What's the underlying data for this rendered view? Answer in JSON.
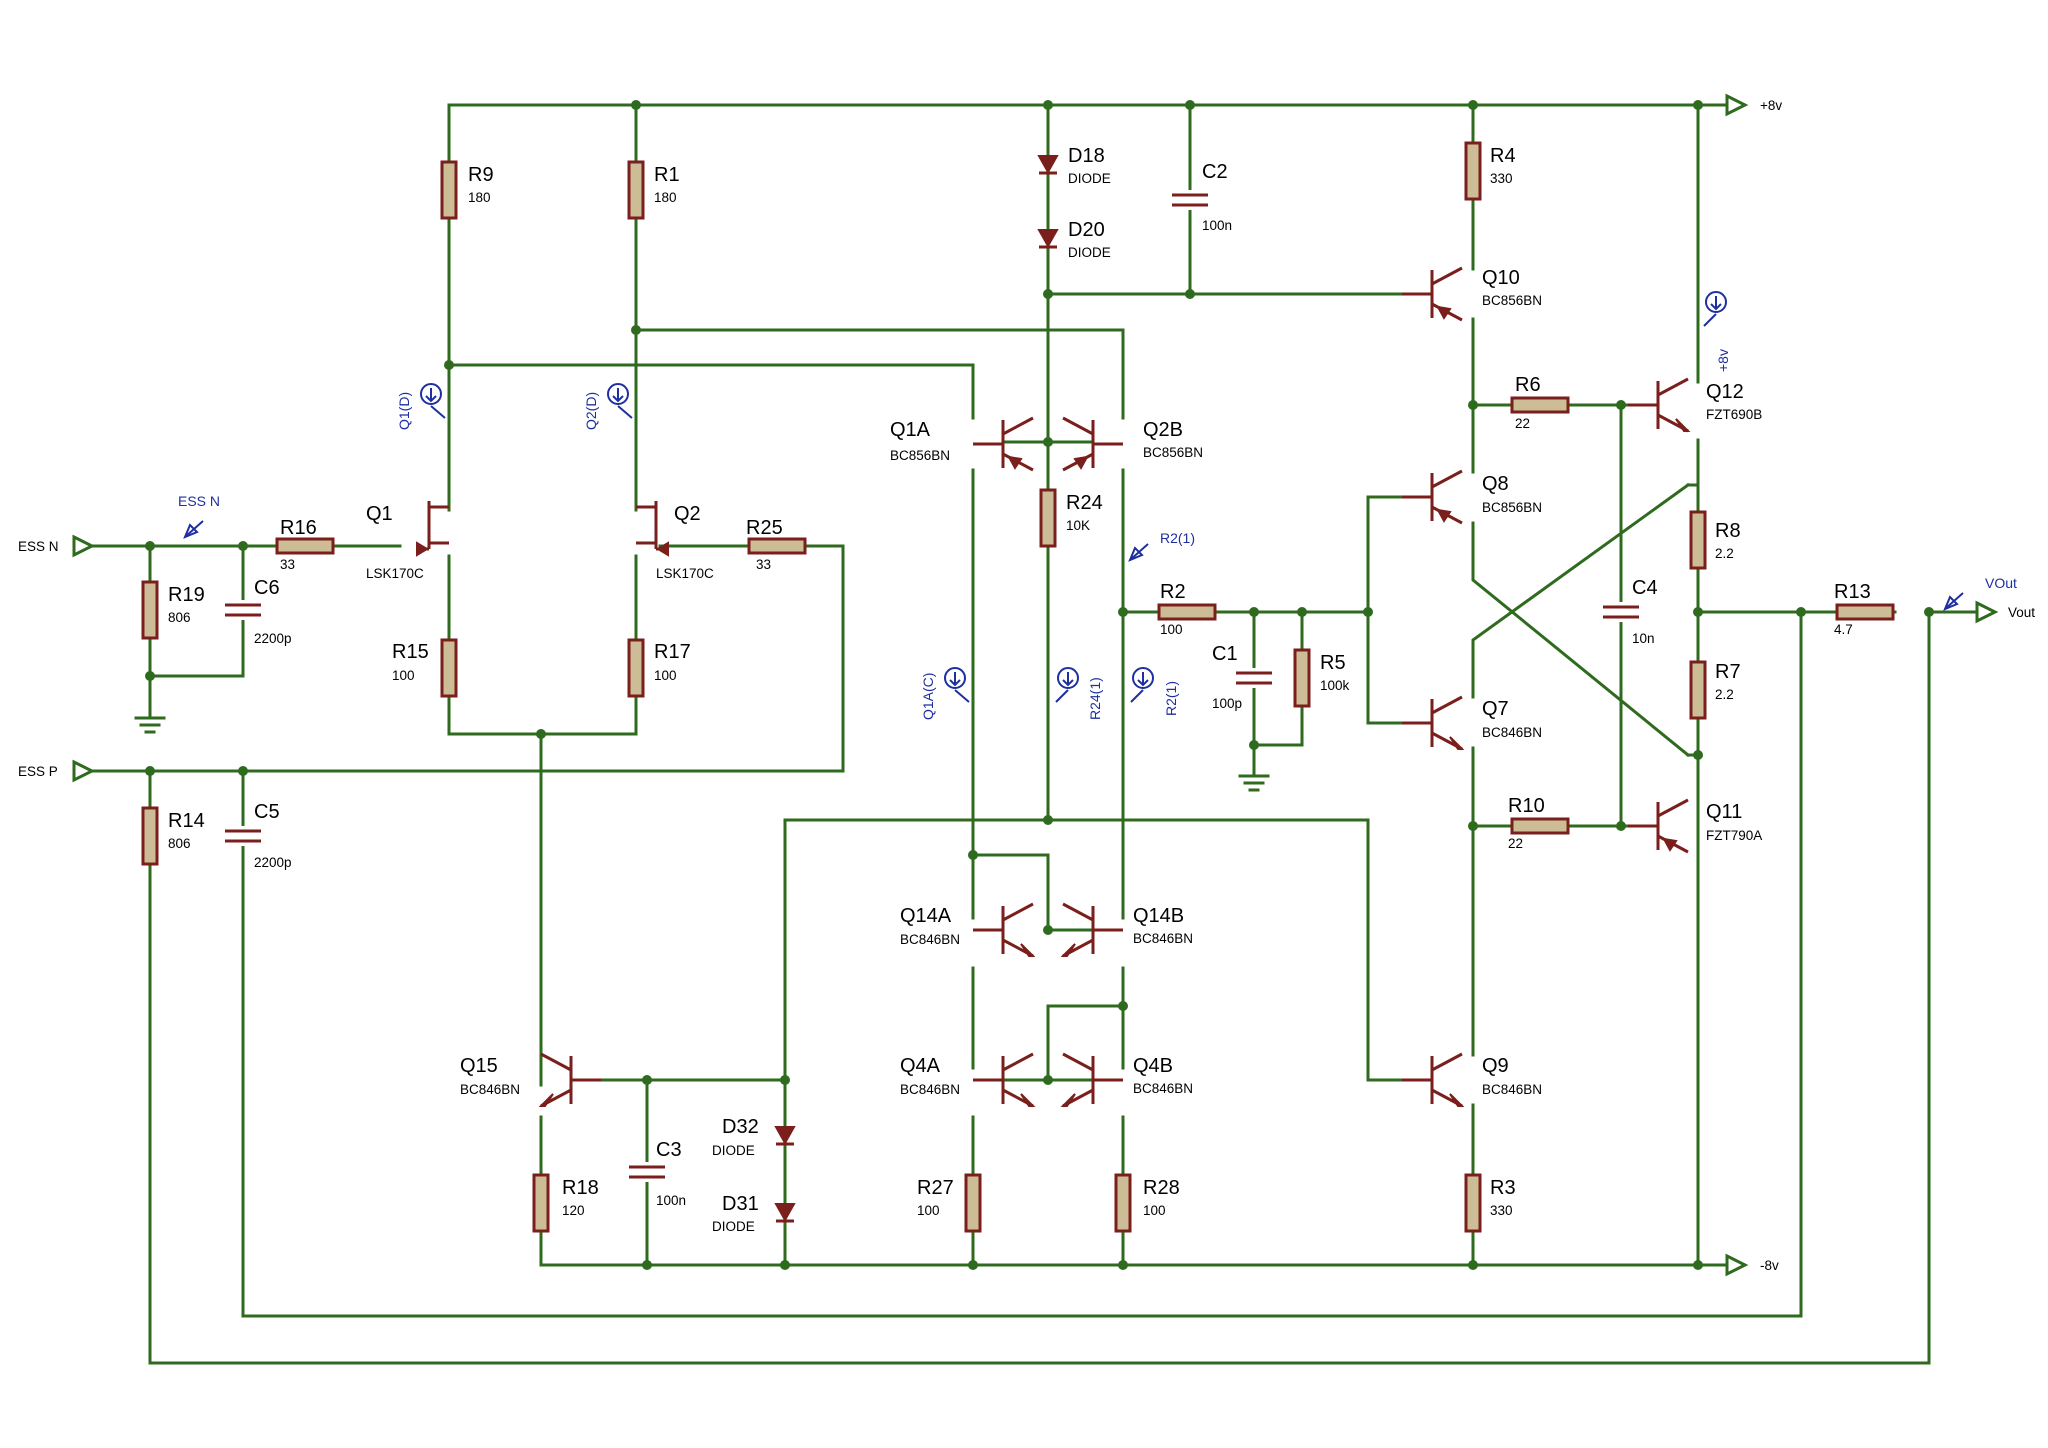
{
  "rails": {
    "positive": "+8v",
    "negative": "-8v"
  },
  "ports": {
    "ess_n": "ESS N",
    "ess_p": "ESS P",
    "vout": "Vout"
  },
  "probes": {
    "ess_n": "ESS N",
    "q1d": "Q1(D)",
    "q2d": "Q2(D)",
    "r2_top": "R2(1)",
    "q1ac": "Q1A(C)",
    "r24": "R24(1)",
    "r2_low": "R2(1)",
    "q12": "+8v",
    "vout": "VOut"
  },
  "resistors": [
    {
      "ref": "R9",
      "value": "180"
    },
    {
      "ref": "R1",
      "value": "180"
    },
    {
      "ref": "R4",
      "value": "330"
    },
    {
      "ref": "R16",
      "value": "33"
    },
    {
      "ref": "R19",
      "value": "806"
    },
    {
      "ref": "R25",
      "value": "33"
    },
    {
      "ref": "R15",
      "value": "100"
    },
    {
      "ref": "R17",
      "value": "100"
    },
    {
      "ref": "R24",
      "value": "10K"
    },
    {
      "ref": "R2",
      "value": "100"
    },
    {
      "ref": "R5",
      "value": "100k"
    },
    {
      "ref": "R6",
      "value": "22"
    },
    {
      "ref": "R8",
      "value": "2.2"
    },
    {
      "ref": "R7",
      "value": "2.2"
    },
    {
      "ref": "R13",
      "value": "4.7"
    },
    {
      "ref": "R10",
      "value": "22"
    },
    {
      "ref": "R14",
      "value": "806"
    },
    {
      "ref": "R18",
      "value": "120"
    },
    {
      "ref": "R27",
      "value": "100"
    },
    {
      "ref": "R28",
      "value": "100"
    },
    {
      "ref": "R3",
      "value": "330"
    }
  ],
  "capacitors": [
    {
      "ref": "C2",
      "value": "100n"
    },
    {
      "ref": "C6",
      "value": "2200p"
    },
    {
      "ref": "C1",
      "value": "100p"
    },
    {
      "ref": "C4",
      "value": "10n"
    },
    {
      "ref": "C5",
      "value": "2200p"
    },
    {
      "ref": "C3",
      "value": "100n"
    }
  ],
  "diodes": [
    {
      "ref": "D18",
      "value": "DIODE"
    },
    {
      "ref": "D20",
      "value": "DIODE"
    },
    {
      "ref": "D32",
      "value": "DIODE"
    },
    {
      "ref": "D31",
      "value": "DIODE"
    }
  ],
  "transistors": [
    {
      "ref": "Q1",
      "value": "LSK170C"
    },
    {
      "ref": "Q2",
      "value": "LSK170C"
    },
    {
      "ref": "Q1A",
      "value": "BC856BN"
    },
    {
      "ref": "Q2B",
      "value": "BC856BN"
    },
    {
      "ref": "Q10",
      "value": "BC856BN"
    },
    {
      "ref": "Q8",
      "value": "BC856BN"
    },
    {
      "ref": "Q12",
      "value": "FZT690B"
    },
    {
      "ref": "Q7",
      "value": "BC846BN"
    },
    {
      "ref": "Q11",
      "value": "FZT790A"
    },
    {
      "ref": "Q14A",
      "value": "BC846BN"
    },
    {
      "ref": "Q14B",
      "value": "BC846BN"
    },
    {
      "ref": "Q4A",
      "value": "BC846BN"
    },
    {
      "ref": "Q4B",
      "value": "BC846BN"
    },
    {
      "ref": "Q15",
      "value": "BC846BN"
    },
    {
      "ref": "Q9",
      "value": "BC846BN"
    }
  ],
  "colors": {
    "wire": "#2e6b1e",
    "component": "#7a1f1c",
    "resistor_fill": "#cdbd97",
    "probe": "#1e2fa0"
  }
}
